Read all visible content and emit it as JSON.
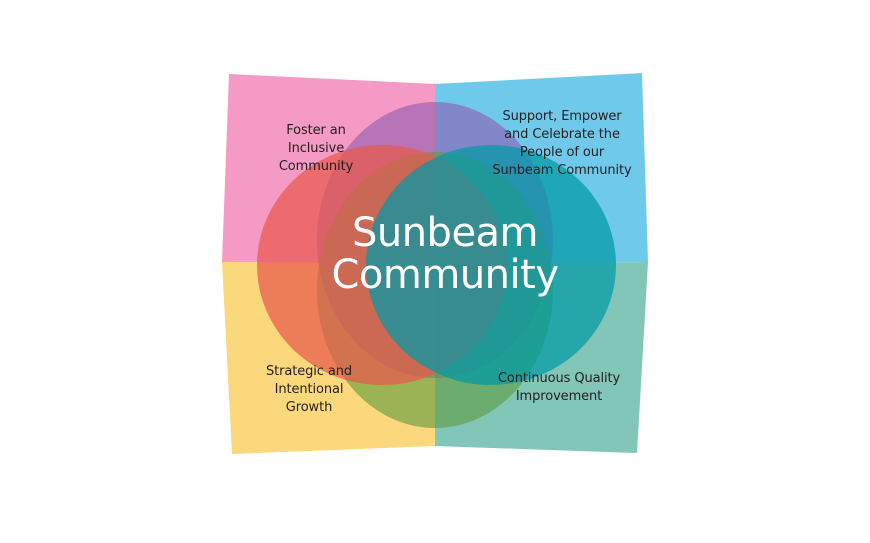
{
  "figure": {
    "type": "venn-quadrant-diagram",
    "background_color": "#ffffff",
    "center_title": "Sunbeam\nCommunity",
    "center_title_color": "#ffffff",
    "label_text_color": "#231f20"
  },
  "quadrants": [
    {
      "id": "top-left",
      "name": "foster-inclusive-community",
      "label": "Foster an\nInclusive\nCommunity",
      "color": "#F49AC4"
    },
    {
      "id": "top-right",
      "name": "support-empower-celebrate",
      "label": "Support, Empower\nand Celebrate the\nPeople of our\nSunbeam Community",
      "color": "#6FC9EA"
    },
    {
      "id": "bottom-left",
      "name": "strategic-intentional-growth",
      "label": "Strategic and\nIntentional\nGrowth",
      "color": "#FBD87C"
    },
    {
      "id": "bottom-right",
      "name": "continuous-quality-improvement",
      "label": "Continuous Quality\nImprovement",
      "color": "#82C6B8"
    }
  ],
  "circles": [
    {
      "id": "left-circle",
      "name": "salmon-circle",
      "color": "#EE7E77"
    },
    {
      "id": "right-circle",
      "name": "teal-circle",
      "color": "#36A8AE"
    },
    {
      "id": "top-circle",
      "name": "purple-circle",
      "color": "#9B72BC"
    },
    {
      "id": "bottom-circle",
      "name": "green-circle",
      "color": "#7FB169"
    }
  ],
  "chart_data": {
    "type": "venn",
    "title": "Sunbeam Community",
    "categories": [
      "Foster an Inclusive Community",
      "Support, Empower and Celebrate the People of our Sunbeam Community",
      "Strategic and Intentional Growth",
      "Continuous Quality Improvement"
    ],
    "values": [
      1,
      1,
      1,
      1
    ],
    "legend_position": "none",
    "grid": false,
    "xlabel": "",
    "ylabel": ""
  }
}
